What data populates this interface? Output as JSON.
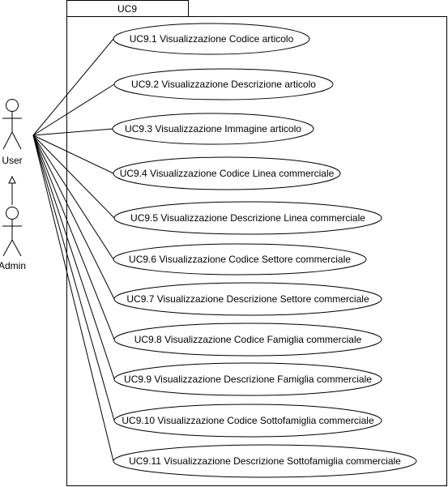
{
  "system": {
    "title": "UC9"
  },
  "actors": {
    "user": {
      "label": "User"
    },
    "admin": {
      "label": "Admin"
    }
  },
  "use_cases": [
    "UC9.1 Visualizzazione Codice articolo",
    "UC9.2 Visualizzazione Descrizione articolo",
    "UC9.3 Visualizzazione Immagine articolo",
    "UC9.4 Visualizzazione Codice Linea commerciale",
    "UC9.5 Visualizzazione Descrizione Linea commerciale",
    "UC9.6 Visualizzazione Codice Settore commerciale",
    "UC9.7 Visualizzazione Descrizione Settore commerciale",
    "UC9.8 Visualizzazione Codice Famiglia commerciale",
    "UC9.9 Visualizzazione Descrizione Famiglia commerciale",
    "UC9.10 Visualizzazione Codice Sottofamiglia commerciale",
    "UC9.11 Visualizzazione Descrizione Sottofamiglia commerciale"
  ]
}
